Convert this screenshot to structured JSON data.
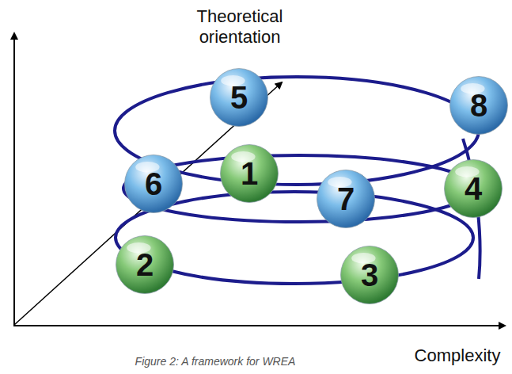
{
  "diagram": {
    "caption": "Figure 2: A framework for WREA",
    "nodes": [
      {
        "text": [
          "1"
        ]
      },
      {
        "text": [
          "2"
        ]
      },
      {
        "text": [
          "3"
        ]
      },
      {
        "text": [
          "4"
        ]
      },
      {
        "text": [
          "5"
        ]
      },
      {
        "text": [
          "6"
        ]
      },
      {
        "text": [
          "7"
        ]
      },
      {
        "text": [
          "8"
        ]
      }
    ],
    "labels": [
      "Theoretical orientation",
      "Complexity"
    ]
  }
}
